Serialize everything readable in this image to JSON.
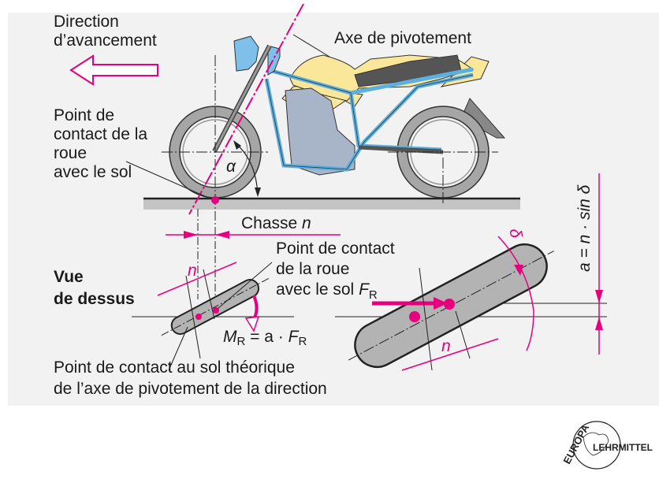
{
  "labels": {
    "direction_line1": "Direction",
    "direction_line2": "d’avancement",
    "axis": "Axe de pivotement",
    "contact_side_1": "Point de",
    "contact_side_2": "contact de la",
    "contact_side_3": "roue",
    "contact_side_4": "avec le sol",
    "alpha": "α",
    "trail": "Chasse",
    "trail_symbol": "n",
    "top_view_1": "Vue",
    "top_view_2": "de dessus",
    "contact_top_1": "Point de contact",
    "contact_top_2": "de la roue",
    "contact_top_3": "avec le sol",
    "force_symbol": "F",
    "force_sub": "R",
    "n_small": "n",
    "n_big": "n",
    "moment_M": "M",
    "moment_sub": "R",
    "moment_eq": " = a · ",
    "moment_F": "F",
    "moment_sub2": "R",
    "delta": "δ",
    "formula": "a = n · sin δ",
    "theoretical_1": "Point de contact au sol théorique",
    "theoretical_2": "de l’axe de pivotement de la direction"
  },
  "logo": {
    "top": "EUROPA",
    "bottom": "LEHRMITTEL"
  },
  "colors": {
    "accent": "#e6007e",
    "panel": "#f2f2f2",
    "frame": "#5bb0e0",
    "tank": "#fbe79a",
    "engine": "#a8b4c8",
    "tyre": "#a6a6a6"
  }
}
